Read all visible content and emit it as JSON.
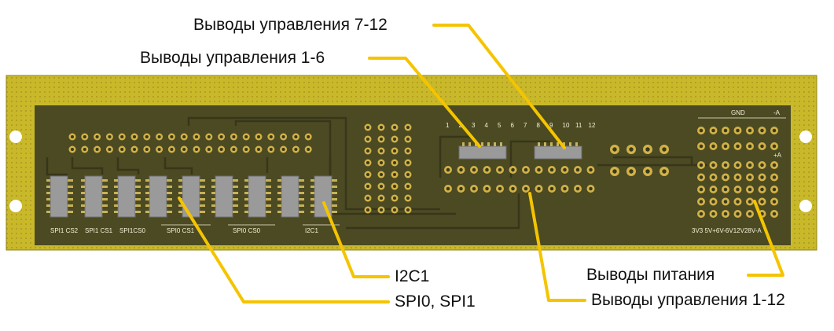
{
  "callouts": {
    "control_7_12": "Выводы управления 7-12",
    "control_1_6": "Выводы управления 1-6",
    "i2c1": "I2C1",
    "spi": "SPI0, SPI1",
    "power": "Выводы питания",
    "control_1_12": "Выводы управления 1-12"
  },
  "silkscreen": {
    "spi1_cs2": "SPI1 CS2",
    "spi1_cs1": "SPI1 CS1",
    "spi1_cs0": "SPI1CS0",
    "spi0_cs1": "SPI0 CS1",
    "spi0_cs0": "SPI0 CS0",
    "i2c1": "I2C1",
    "gnd": "GND",
    "minus_a": "-A",
    "plus_a": "+A",
    "power_rail": "3V3 5V+6V-6V12V28V-A",
    "pin_numbers": [
      "1",
      "2",
      "3",
      "4",
      "5",
      "6",
      "7",
      "8",
      "9",
      "10",
      "11",
      "12"
    ]
  },
  "colors": {
    "board_edge": "#c8b828",
    "board_center": "#4b4a22",
    "pad_gold": "#d2b248",
    "connector_grey": "#9a9a9a",
    "callout_line": "#f5c400"
  }
}
